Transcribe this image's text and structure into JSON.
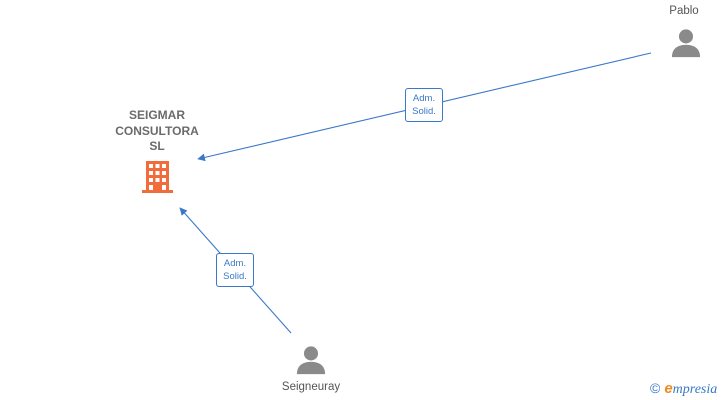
{
  "company": {
    "name_lines": [
      "SEIGMAR",
      "CONSULTORA",
      "SL"
    ],
    "icon": "building-icon",
    "color": "#f26b3a"
  },
  "people": [
    {
      "name": "Pablo",
      "icon": "person-icon"
    },
    {
      "name": "Seigneuray",
      "icon": "person-icon"
    }
  ],
  "relations": [
    {
      "from": "Pablo",
      "to": "SEIGMAR CONSULTORA SL",
      "label_lines": [
        "Adm.",
        "Solid."
      ]
    },
    {
      "from": "Seigneuray",
      "to": "SEIGMAR CONSULTORA SL",
      "label_lines": [
        "Adm.",
        "Solid."
      ]
    }
  ],
  "colors": {
    "edge": "#3a78c9",
    "person": "#8a8a8a",
    "text": "#6b6b6b"
  },
  "brand": {
    "copyright": "©",
    "e": "e",
    "rest": "mpresia"
  }
}
